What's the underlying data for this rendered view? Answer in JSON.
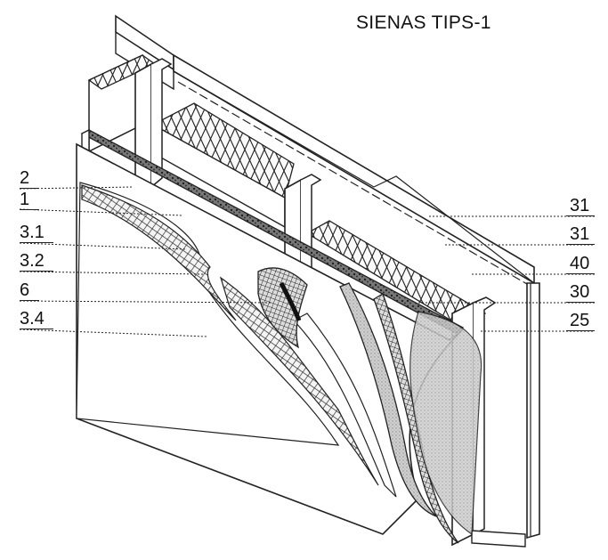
{
  "title": "SIENAS TIPS-1",
  "labels_left": [
    "2",
    "1",
    "3.1",
    "3.2",
    "6",
    "3.4"
  ],
  "labels_right": [
    "31",
    "31",
    "40",
    "30",
    "25"
  ]
}
